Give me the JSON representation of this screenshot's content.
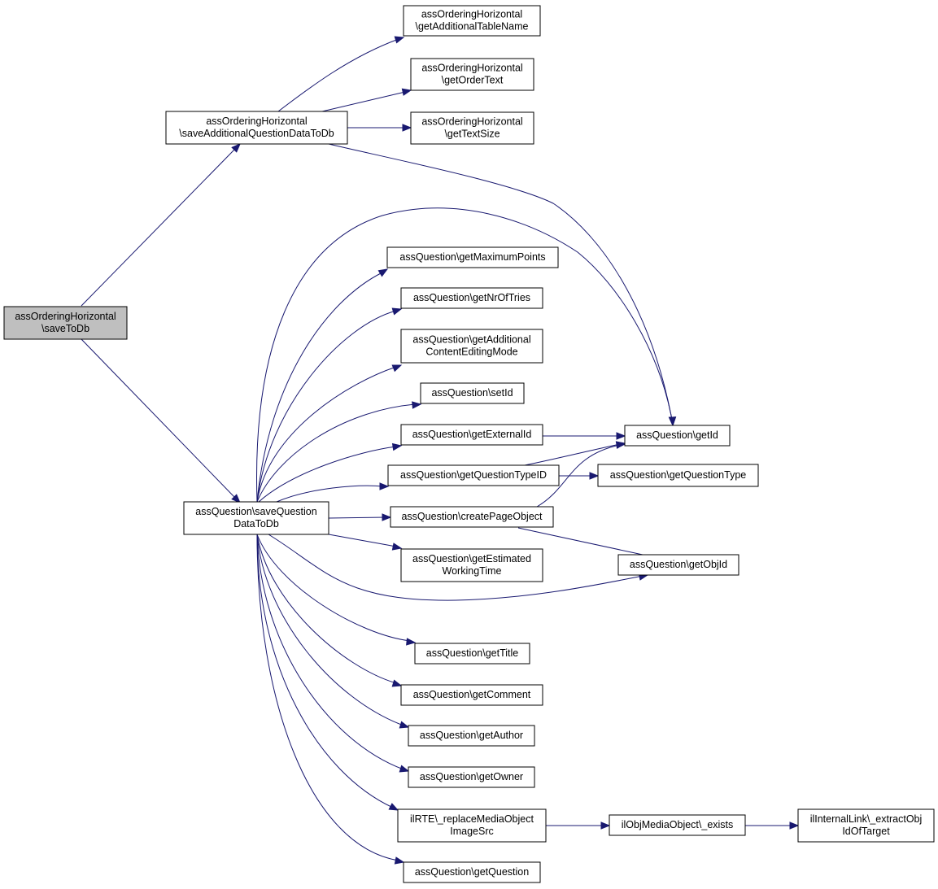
{
  "colors": {
    "edge": "#191970",
    "root_fill": "#bfbfbf",
    "node_fill": "#ffffff",
    "border": "#000000"
  },
  "nodes": [
    {
      "id": "root",
      "lines": [
        "assOrderingHorizontal",
        "\\saveToDb"
      ]
    },
    {
      "id": "saveAdd",
      "lines": [
        "assOrderingHorizontal",
        "\\saveAdditionalQuestionDataToDb"
      ]
    },
    {
      "id": "getAddTable",
      "lines": [
        "assOrderingHorizontal",
        "\\getAdditionalTableName"
      ]
    },
    {
      "id": "getOrderText",
      "lines": [
        "assOrderingHorizontal",
        "\\getOrderText"
      ]
    },
    {
      "id": "getTextSize",
      "lines": [
        "assOrderingHorizontal",
        "\\getTextSize"
      ]
    },
    {
      "id": "saveQData",
      "lines": [
        "assQuestion\\saveQuestion",
        "DataToDb"
      ]
    },
    {
      "id": "getMaxPoints",
      "lines": [
        "assQuestion\\getMaximumPoints"
      ]
    },
    {
      "id": "getNrOfTries",
      "lines": [
        "assQuestion\\getNrOfTries"
      ]
    },
    {
      "id": "getAddContent",
      "lines": [
        "assQuestion\\getAdditional",
        "ContentEditingMode"
      ]
    },
    {
      "id": "setId",
      "lines": [
        "assQuestion\\setId"
      ]
    },
    {
      "id": "getExternalId",
      "lines": [
        "assQuestion\\getExternalId"
      ]
    },
    {
      "id": "getQTypeID",
      "lines": [
        "assQuestion\\getQuestionTypeID"
      ]
    },
    {
      "id": "createPage",
      "lines": [
        "assQuestion\\createPageObject"
      ]
    },
    {
      "id": "getEstWork",
      "lines": [
        "assQuestion\\getEstimated",
        "WorkingTime"
      ]
    },
    {
      "id": "getTitle",
      "lines": [
        "assQuestion\\getTitle"
      ]
    },
    {
      "id": "getComment",
      "lines": [
        "assQuestion\\getComment"
      ]
    },
    {
      "id": "getAuthor",
      "lines": [
        "assQuestion\\getAuthor"
      ]
    },
    {
      "id": "getOwner",
      "lines": [
        "assQuestion\\getOwner"
      ]
    },
    {
      "id": "replaceMedia",
      "lines": [
        "ilRTE\\_replaceMediaObject",
        "ImageSrc"
      ]
    },
    {
      "id": "getQuestion",
      "lines": [
        "assQuestion\\getQuestion"
      ]
    },
    {
      "id": "getId",
      "lines": [
        "assQuestion\\getId"
      ]
    },
    {
      "id": "getQType",
      "lines": [
        "assQuestion\\getQuestionType"
      ]
    },
    {
      "id": "getObjId",
      "lines": [
        "assQuestion\\getObjId"
      ]
    },
    {
      "id": "mediaExists",
      "lines": [
        "ilObjMediaObject\\_exists"
      ]
    },
    {
      "id": "extractObj",
      "lines": [
        "ilInternalLink\\_extractObj",
        "IdOfTarget"
      ]
    }
  ],
  "edges": [
    {
      "from": "root",
      "to": "saveAdd"
    },
    {
      "from": "root",
      "to": "saveQData"
    },
    {
      "from": "saveAdd",
      "to": "getAddTable"
    },
    {
      "from": "saveAdd",
      "to": "getOrderText"
    },
    {
      "from": "saveAdd",
      "to": "getTextSize"
    },
    {
      "from": "saveAdd",
      "to": "getId"
    },
    {
      "from": "saveQData",
      "to": "getId"
    },
    {
      "from": "saveQData",
      "to": "getMaxPoints"
    },
    {
      "from": "saveQData",
      "to": "getNrOfTries"
    },
    {
      "from": "saveQData",
      "to": "getAddContent"
    },
    {
      "from": "saveQData",
      "to": "setId"
    },
    {
      "from": "saveQData",
      "to": "getExternalId"
    },
    {
      "from": "saveQData",
      "to": "getQTypeID"
    },
    {
      "from": "saveQData",
      "to": "createPage"
    },
    {
      "from": "saveQData",
      "to": "getEstWork"
    },
    {
      "from": "saveQData",
      "to": "getObjId"
    },
    {
      "from": "saveQData",
      "to": "getTitle"
    },
    {
      "from": "saveQData",
      "to": "getComment"
    },
    {
      "from": "saveQData",
      "to": "getAuthor"
    },
    {
      "from": "saveQData",
      "to": "getOwner"
    },
    {
      "from": "saveQData",
      "to": "replaceMedia"
    },
    {
      "from": "saveQData",
      "to": "getQuestion"
    },
    {
      "from": "getExternalId",
      "to": "getId"
    },
    {
      "from": "getQTypeID",
      "to": "getId"
    },
    {
      "from": "getQTypeID",
      "to": "getQType"
    },
    {
      "from": "createPage",
      "to": "getId"
    },
    {
      "from": "createPage",
      "to": "getObjId"
    },
    {
      "from": "replaceMedia",
      "to": "mediaExists"
    },
    {
      "from": "mediaExists",
      "to": "extractObj"
    }
  ]
}
